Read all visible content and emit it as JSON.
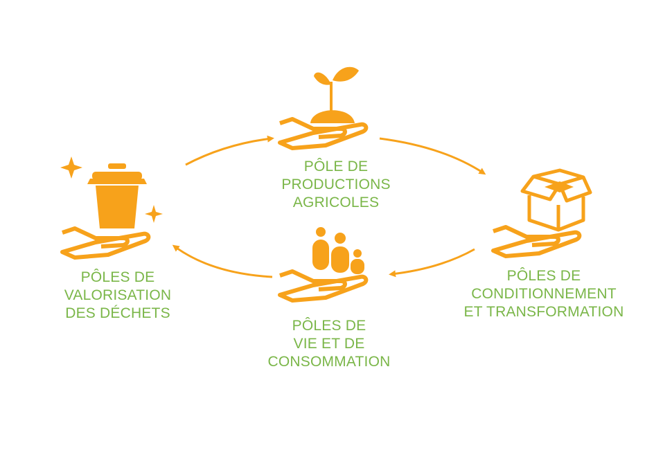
{
  "colors": {
    "icon": "#f7a21b",
    "label": "#7ab648",
    "arrow": "#f7a21b"
  },
  "nodes": [
    {
      "id": "agricoles",
      "icon": "hand-plant-icon",
      "lines": [
        "PÔLE DE",
        "PRODUCTIONS",
        "AGRICOLES"
      ]
    },
    {
      "id": "conditionnement",
      "icon": "hand-box-icon",
      "lines": [
        "PÔLES DE",
        "CONDITIONNEMENT",
        "ET TRANSFORMATION"
      ]
    },
    {
      "id": "vie",
      "icon": "hand-people-icon",
      "lines": [
        "PÔLES DE",
        "VIE ET DE",
        "CONSOMMATION"
      ]
    },
    {
      "id": "valorisation",
      "icon": "hand-bin-icon",
      "lines": [
        "PÔLES DE",
        "VALORISATION",
        "DES DÉCHETS"
      ]
    }
  ],
  "flow": [
    "valorisation → agricoles",
    "agricoles → conditionnement",
    "conditionnement → vie",
    "vie → valorisation"
  ]
}
